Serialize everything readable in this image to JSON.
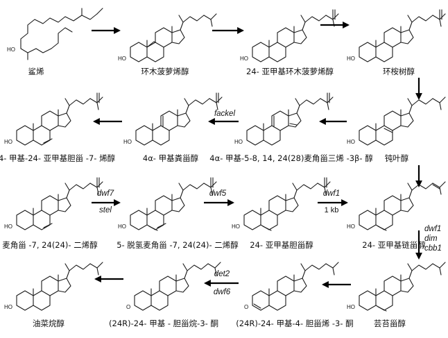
{
  "compounds": [
    {
      "id": "squalene",
      "label": "鲨烯"
    },
    {
      "id": "cycloartenol",
      "label": "环木菠萝烯醇"
    },
    {
      "id": "methylene-cycloartanol",
      "label": "24- 亚甲基环木菠萝烯醇"
    },
    {
      "id": "cycloeucalenol",
      "label": "环桉树醇"
    },
    {
      "id": "methyl-methylene-cholestenol",
      "label": "4- 甲基-24- 亚甲基胆甾 -7- 烯醇"
    },
    {
      "id": "methyl-fecosterol",
      "label": "4α- 甲基粪甾醇"
    },
    {
      "id": "methyl-ergostatrienol",
      "label": "4α- 甲基-5-8, 14, 24(28)麦角甾三烯 -3β- 醇"
    },
    {
      "id": "obtusifoliol",
      "label": "钝叶醇"
    },
    {
      "id": "episterol",
      "label": "麦角甾 -7, 24(24)- 二烯醇"
    },
    {
      "id": "dehydro-episterol",
      "label": "5- 脱氢麦角甾 -7, 24(24)- 二烯醇"
    },
    {
      "id": "methylene-cholesterol",
      "label": "24- 亚甲基胆甾醇"
    },
    {
      "id": "isofucosterol",
      "label": "24- 亚甲基链甾醇"
    },
    {
      "id": "brassicasterol-final",
      "label": "油菜烷醇"
    },
    {
      "id": "methyl-cholestanone",
      "label": "(24R)-24- 甲基 - 胆甾烷-3- 酮"
    },
    {
      "id": "methyl-cholestenone",
      "label": "(24R)-24- 甲基-4- 胆甾烯 -3- 酮"
    },
    {
      "id": "campesterol",
      "label": "芸苔甾醇"
    }
  ],
  "enzymes": {
    "fackel": "fackel",
    "dwf7": "dwf7",
    "stel": "stel",
    "dwf5": "dwf5",
    "dwf1_a": "dwf1",
    "kb": "1 kb",
    "dwf1_b": "dwf1",
    "dim": "dim",
    "cbb1": "cbb1",
    "det2": "det2",
    "dwf6": "dwf6"
  },
  "atoms": {
    "ho": "HO",
    "o": "O"
  }
}
